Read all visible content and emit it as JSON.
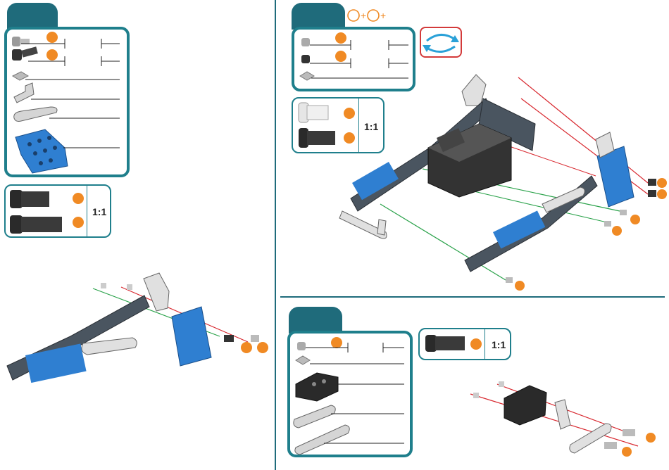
{
  "ratio_labels": {
    "step1": "1:1",
    "step2": "1:1",
    "step3": "1:1"
  },
  "colors": {
    "teal_border": "#1f7f8c",
    "tab": "#1f6b7b",
    "orange_badge": "#f08a24",
    "blue_part": "#2f7fd1",
    "red_guide": "#d8282f",
    "green_guide": "#2aa24a",
    "refresh_red": "#d33a3a",
    "refresh_blue": "#2aa1d8"
  },
  "icons": [
    "screw-icon",
    "nut-icon",
    "bracket-icon",
    "strip-icon",
    "plate-icon",
    "refresh-icon",
    "servo-icon"
  ]
}
